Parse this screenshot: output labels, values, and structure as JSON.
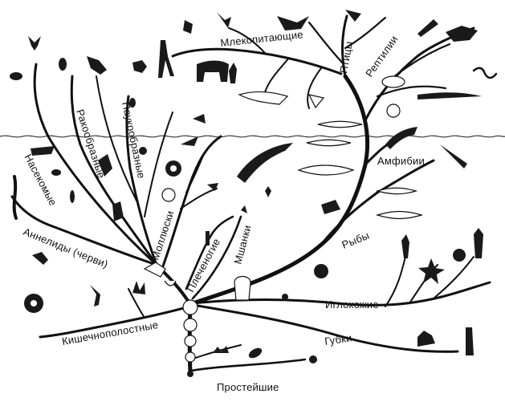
{
  "diagram": {
    "labels": {
      "mammals": "Млекопитающие",
      "birds": "Птицы",
      "reptiles": "Рептилии",
      "amphibians": "Амфибии",
      "fish": "Рыбы",
      "echinoderms": "Иглокожие",
      "sponges": "Губки",
      "protozoa": "Простейшие",
      "coelenterates": "Кишечнополостные",
      "annelids": "Аннелиды (черви)",
      "insects": "Насекомые",
      "crustaceans": "Ракообразные",
      "arachnids": "Паукообразные",
      "molluscs": "Моллюски",
      "brachiopods": "Плеченогие",
      "bryozoans": "Мшанки"
    },
    "colors": {
      "ink": "#111111",
      "background": "#ffffff"
    }
  }
}
